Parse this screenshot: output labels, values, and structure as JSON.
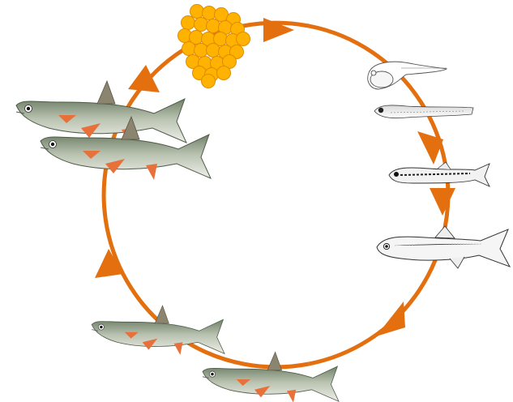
{
  "diagram": {
    "kind": "fish-life-cycle",
    "accent_color": "#e36f0f",
    "egg_color": "#ffb300",
    "egg_outline_color": "#e08a00",
    "adult_body_color": "#a9b3a0",
    "adult_fin_color": "#e8703a",
    "stages": [
      {
        "id": "eggs",
        "label": ""
      },
      {
        "id": "yolk-sac-larva",
        "label": ""
      },
      {
        "id": "larva",
        "label": ""
      },
      {
        "id": "late-larva",
        "label": ""
      },
      {
        "id": "juvenile",
        "label": ""
      },
      {
        "id": "young-adult",
        "label": ""
      },
      {
        "id": "adult",
        "label": ""
      },
      {
        "id": "spawning-adults",
        "label": ""
      }
    ]
  }
}
